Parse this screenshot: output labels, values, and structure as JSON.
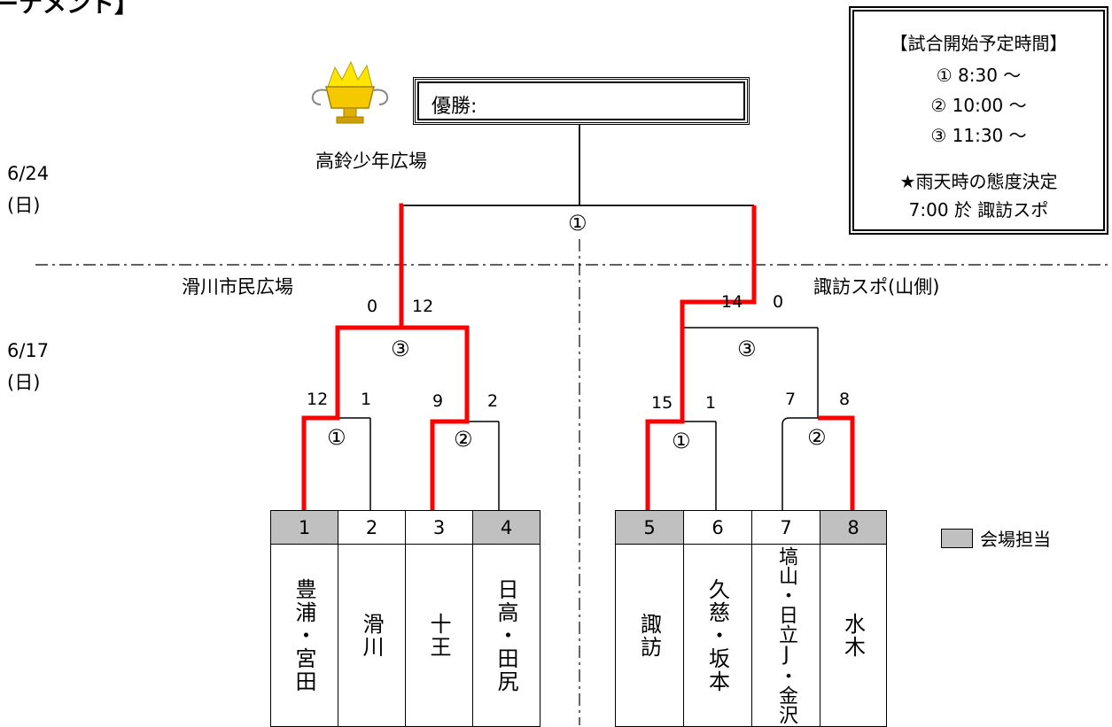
{
  "title": "ーナメント】",
  "dates": {
    "final": [
      "6/24",
      "(日)"
    ],
    "semis": [
      "6/17",
      "(日)"
    ]
  },
  "venues": {
    "final": "高鈴少年広場",
    "left": "滑川市民広場",
    "right": "諏訪スポ(山側)"
  },
  "winner_label": "優勝:",
  "schedule": {
    "heading": "【試合開始予定時間】",
    "times": [
      "①  8:30 〜",
      "② 10:00 〜",
      "③ 11:30 〜"
    ],
    "rain_title": "★雨天時の態度決定",
    "rain_detail": "7:00 於 諏訪スポ"
  },
  "match_labels": {
    "final": "①",
    "left_semi": "③",
    "left_q1": "①",
    "left_q2": "②",
    "right_semi": "③",
    "right_q1": "①",
    "right_q2": "②"
  },
  "scores": {
    "left_semi": [
      "0",
      "12"
    ],
    "left_q1": [
      "12",
      "1"
    ],
    "left_q2": [
      "9",
      "2"
    ],
    "right_semi": [
      "14",
      "0"
    ],
    "right_q1": [
      "15",
      "1"
    ],
    "right_q2": [
      "7",
      "8"
    ]
  },
  "teams": [
    {
      "num": "1",
      "name": "豊浦・宮田",
      "host": true
    },
    {
      "num": "2",
      "name": "滑川",
      "host": false
    },
    {
      "num": "3",
      "name": "十王",
      "host": false
    },
    {
      "num": "4",
      "name": "日高・田尻",
      "host": true
    },
    {
      "num": "5",
      "name": "諏訪",
      "host": true
    },
    {
      "num": "6",
      "name": "久慈・坂本",
      "host": false
    },
    {
      "num": "7",
      "name": "塙山・日立J・金沢",
      "host": false
    },
    {
      "num": "8",
      "name": "水木",
      "host": true
    }
  ],
  "legend": "会場担当",
  "colors": {
    "winner_path": "#ff0000",
    "line": "#000000",
    "host_fill": "#c0c0c0"
  }
}
